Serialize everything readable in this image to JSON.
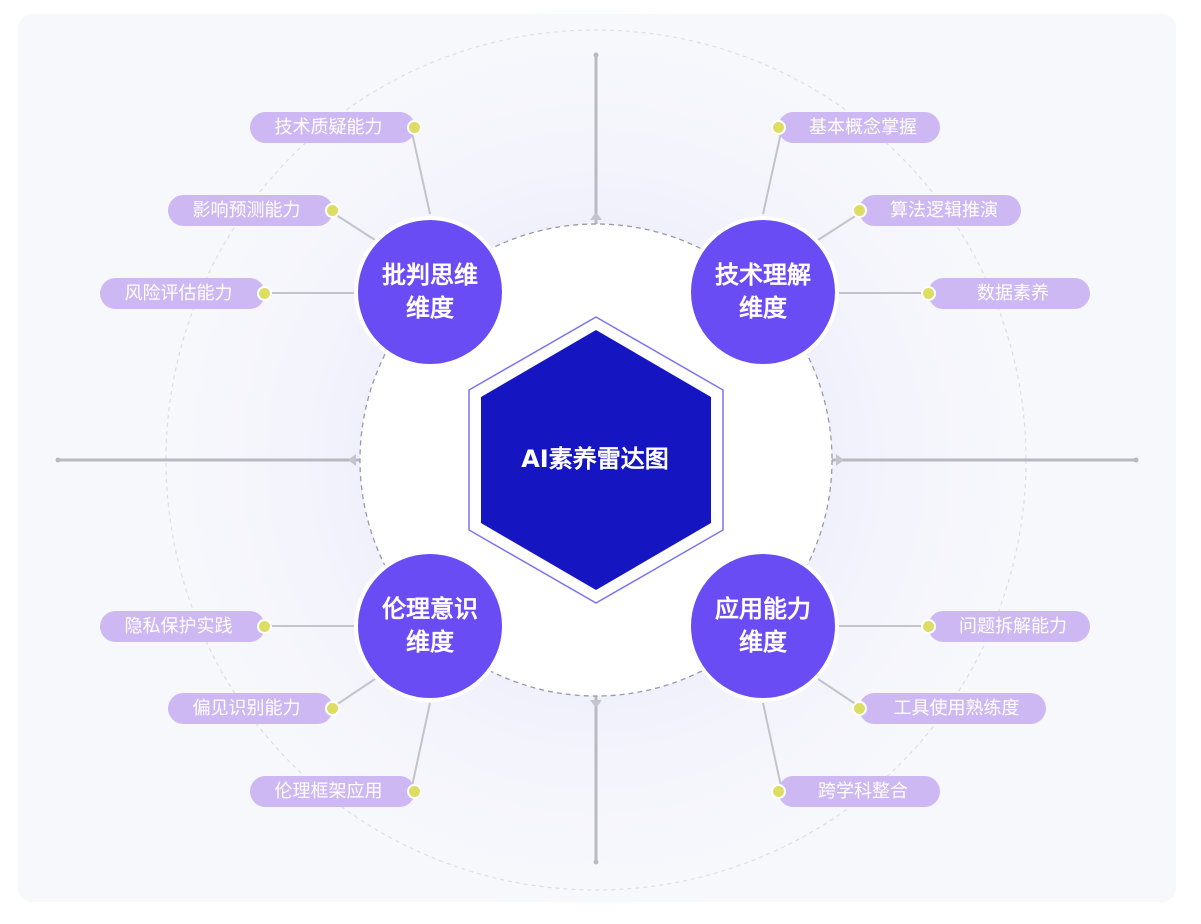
{
  "center": {
    "title": "AI素养雷达图"
  },
  "dimensions": [
    {
      "id": "critical",
      "label": "批判思维\n维度",
      "items": [
        "技术质疑能力",
        "影响预测能力",
        "风险评估能力"
      ]
    },
    {
      "id": "tech",
      "label": "技术理解\n维度",
      "items": [
        "基本概念掌握",
        "算法逻辑推演",
        "数据素养"
      ]
    },
    {
      "id": "ethics",
      "label": "伦理意识\n维度",
      "items": [
        "隐私保护实践",
        "偏见识别能力",
        "伦理框架应用"
      ]
    },
    {
      "id": "application",
      "label": "应用能力\n维度",
      "items": [
        "问题拆解能力",
        "工具使用熟练度",
        "跨学科整合"
      ]
    }
  ],
  "colors": {
    "hub": "#6a4cf5",
    "center_hex": "#1515c2",
    "pill": "#cdb8f4",
    "dot": "#dedd63",
    "axis": "#b9b9c2"
  }
}
